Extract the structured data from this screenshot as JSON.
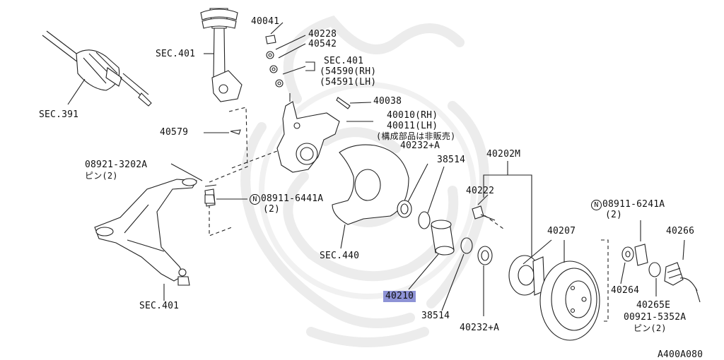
{
  "diagram_id": "A400A080",
  "highlight_color": "#8e93d6",
  "labels": {
    "sec_401_top": "SEC.401",
    "sec_391": "SEC.391",
    "p40041": "40041",
    "p40228": "40228",
    "p40542": "40542",
    "sec_401_mid": "SEC.401",
    "p54590": "(54590(RH)",
    "p54591": "(54591(LH)",
    "p40038": "40038",
    "p40010": "40010(RH)",
    "p40011": "40011(LH)",
    "note_not_sold": "(構成部品は非販売)",
    "p40579": "40579",
    "p08921_3202a": "08921-3202A",
    "pin2_left": "ピン(2)",
    "p08911_6441a": "08911-6441A",
    "qty2_a": "(2)",
    "p40232_a_top": "40232+A",
    "p38514_top": "38514",
    "p40202m": "40202M",
    "p40222": "40222",
    "p08911_6241a": "08911-6241A",
    "qty2_b": "(2)",
    "p40266": "40266",
    "p40207": "40207",
    "sec_440": "SEC.440",
    "p40210": "40210",
    "p38514_bottom": "38514",
    "p40232_a_bottom": "40232+A",
    "p40264": "40264",
    "p40265e": "40265E",
    "p00921_5352a": "00921-5352A",
    "pin2_right": "ピン(2)",
    "sec_401_bottom": "SEC.401",
    "n_mark": "N"
  }
}
